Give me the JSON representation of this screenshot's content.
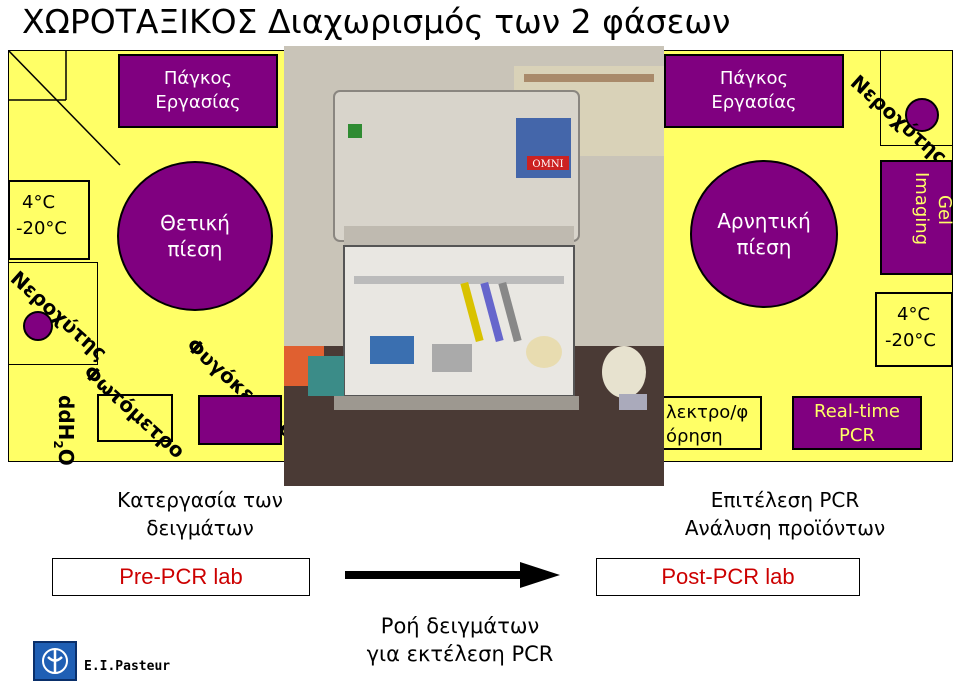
{
  "title": "ΧΩΡΟΤΑΞΙΚΟΣ Διαχωρισμός των 2 φάσεων",
  "left_room": {
    "bench_line1": "Πάγκος",
    "bench_line2": "Εργασίας",
    "temp1": "4°C",
    "temp2": "-20°C",
    "pressure_line1": "Θετική",
    "pressure_line2": "πίεση",
    "sink": "Νεροχύτης",
    "photometer": "Φωτόμετρο",
    "centrifuge": "Φυγόκεντρος",
    "water_main": "ddH",
    "water_sub": "2",
    "water_end": "O"
  },
  "right_room": {
    "bench_line1": "Πάγκος",
    "bench_line2": "Εργασίας",
    "sink": "Νεροχύτης",
    "gel_line1": "Gel",
    "gel_line2": "Imaging",
    "pressure_line1": "Αρνητική",
    "pressure_line2": "πίεση",
    "temp1": "4°C",
    "temp2": "-20°C",
    "electro_line1": "λεκτρο/φ",
    "electro_line2": "όρηση",
    "realtime_line1": "Real-time",
    "realtime_line2": "PCR"
  },
  "photo": {
    "brand": "OMNI"
  },
  "captions": {
    "left_line1": "Κατεργασία των",
    "left_line2": "δειγμάτων",
    "right_line1": "Επιτέλεση PCR",
    "right_line2": "Ανάλυση προϊόντων",
    "flow_line1": "Ροή δειγμάτων",
    "flow_line2": "για εκτέλεση PCR"
  },
  "labs": {
    "pre": "Pre-PCR lab",
    "post": "Post-PCR lab"
  },
  "footer": {
    "institute": "E.I.Pasteur"
  },
  "colors": {
    "floor": "#ffff66",
    "purple": "#800080",
    "lab_text": "#cc0000"
  }
}
